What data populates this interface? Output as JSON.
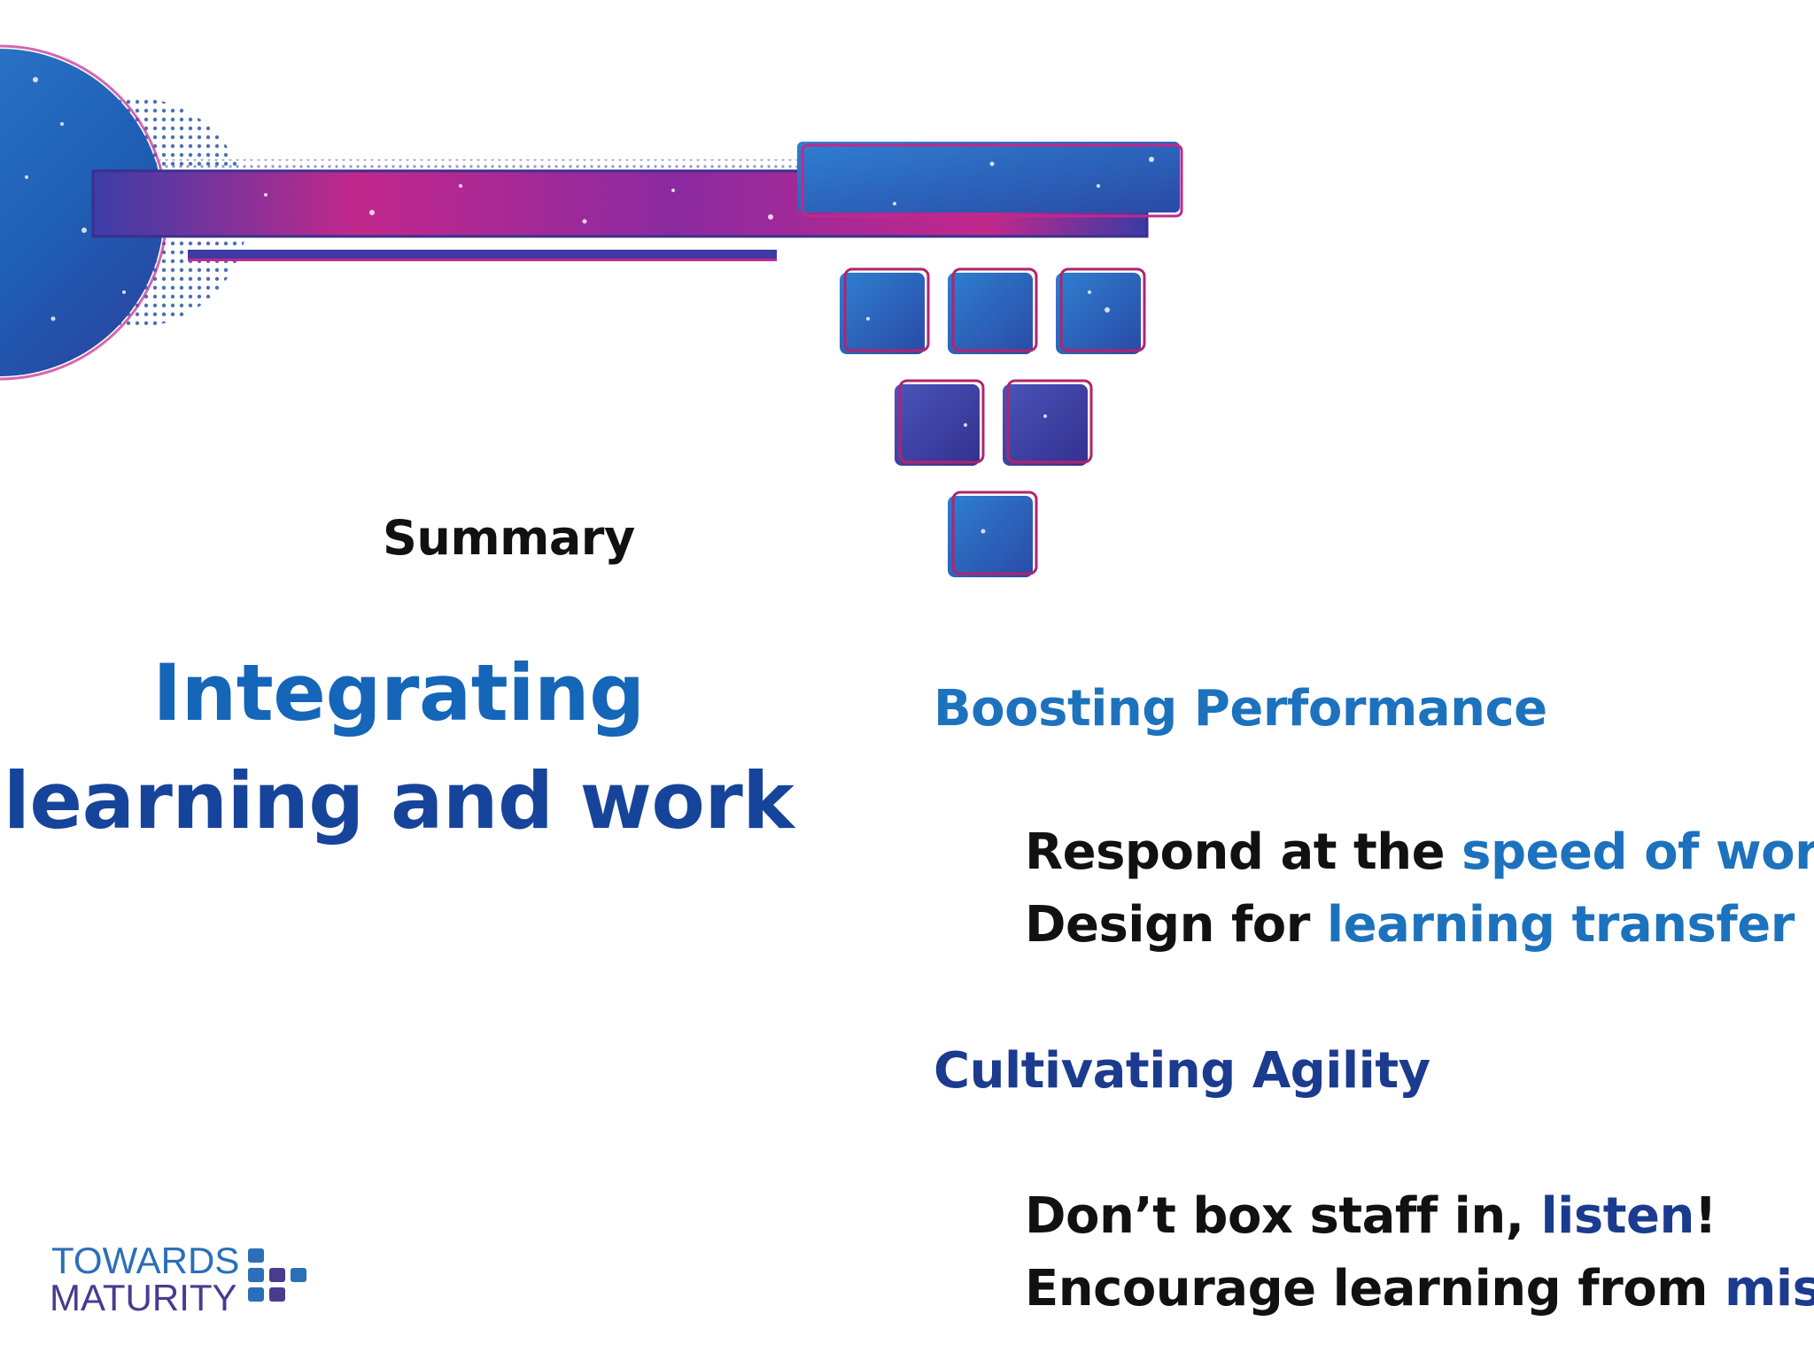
{
  "slide": {
    "heading": "Summary",
    "title_line1": "Integrating",
    "title_line2": "learning and work",
    "section1": {
      "heading": "Boosting Performance",
      "line1_prefix": "Respond at the ",
      "line1_highlight": "speed of work",
      "line2_prefix": "Design for ",
      "line2_highlight": "learning transfer"
    },
    "section2": {
      "heading": "Cultivating Agility",
      "line1_prefix": "Don’t box staff in, ",
      "line1_highlight": "listen",
      "line1_suffix": "!",
      "line2_prefix": "Encourage learning from ",
      "line2_highlight": "mistakes"
    }
  },
  "logo": {
    "word1": "TOWARDS",
    "word2": "MATURITY"
  },
  "colors": {
    "blue_light": "#1d72bd",
    "blue_dark": "#1b3b8f",
    "magenta": "#c2288c",
    "text": "#111111"
  }
}
